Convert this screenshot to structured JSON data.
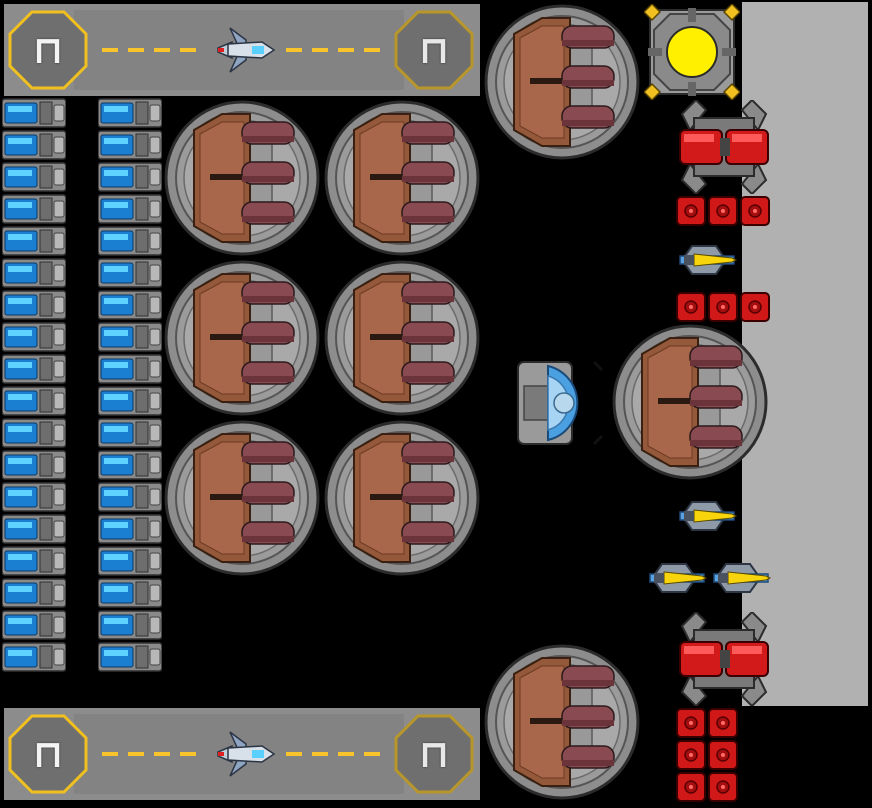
{
  "board": {
    "background": "#ffffff",
    "frame_color": "#000000",
    "hull_color": "#b1b1b1"
  },
  "landing_pads": {
    "glyph": "⊓",
    "active_ring_color": "#f0c020",
    "inactive_ring_color": "#b8962a",
    "stripe_color": "#f7c52b",
    "pads": [
      {
        "id": "top",
        "ship_icon": "fighter-ship-icon"
      },
      {
        "id": "bottom",
        "ship_icon": "fighter-ship-icon"
      }
    ]
  },
  "modules": {
    "battery_icon": "blue-battery-cell-icon",
    "cannon_icon": "triple-barrel-cannon-icon",
    "reactor_icon": "yellow-core-reactor-icon",
    "shield_icon": "shield-generator-icon",
    "thruster_red_icon": "red-engine-icon",
    "ammo_icon": "red-ammo-crate-icon",
    "yellow_thruster_icon": "yellow-thruster-icon",
    "battery_columns": 2,
    "battery_rows": 18
  }
}
